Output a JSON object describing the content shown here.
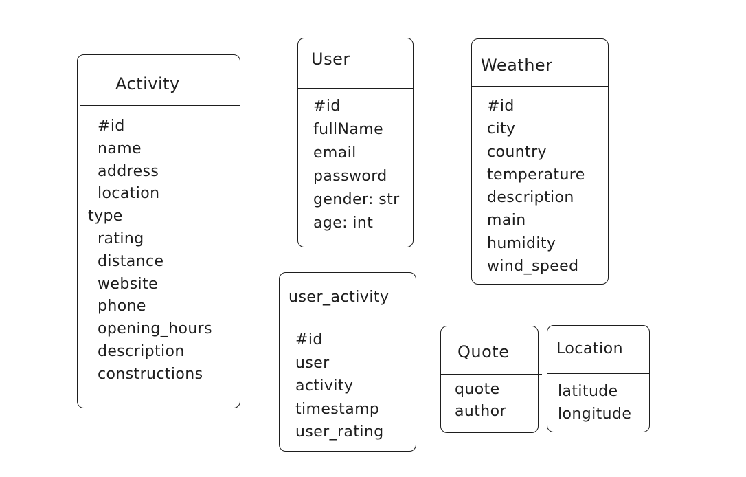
{
  "entities": {
    "activity": {
      "name": "Activity",
      "fields": [
        "#id",
        "name",
        "address",
        "location",
        "type",
        "rating",
        "distance",
        "website",
        "phone",
        "opening_hours",
        "description",
        "constructions"
      ]
    },
    "user": {
      "name": "User",
      "fields": [
        "#id",
        "fullName",
        "email",
        "password",
        "gender: str",
        "age: int"
      ]
    },
    "weather": {
      "name": "Weather",
      "fields": [
        "#id",
        "city",
        "country",
        "temperature",
        "description",
        "main",
        "humidity",
        "wind_speed"
      ]
    },
    "user_activity": {
      "name": "user_activity",
      "fields": [
        "#id",
        "user",
        "activity",
        "timestamp",
        "user_rating"
      ]
    },
    "quote": {
      "name": "Quote",
      "fields": [
        "quote",
        "author"
      ]
    },
    "location": {
      "name": "Location",
      "fields": [
        "latitude",
        "longitude"
      ]
    }
  }
}
